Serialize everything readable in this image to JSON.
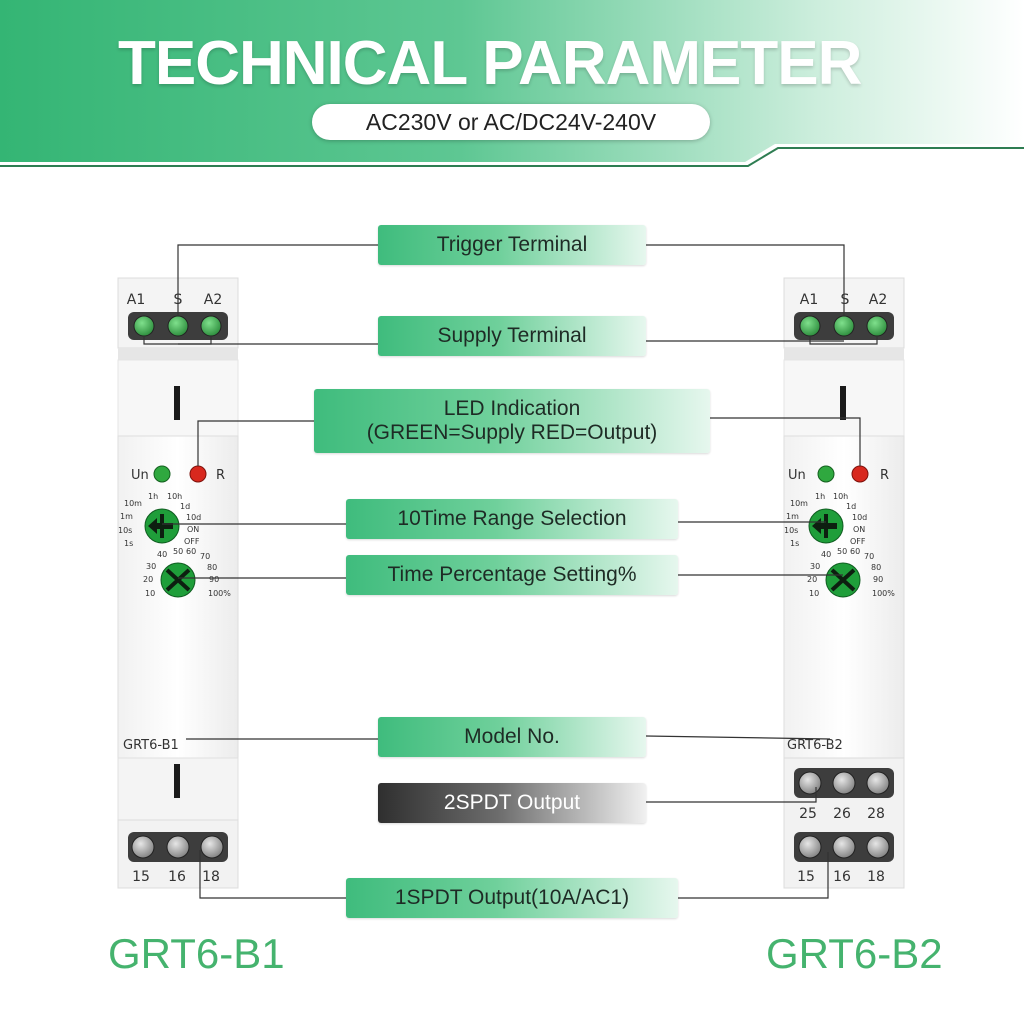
{
  "header": {
    "title": "TECHNICAL PARAMETER",
    "subtitle": "AC230V or AC/DC24V-240V"
  },
  "labels": {
    "trigger": "Trigger Terminal",
    "supply": "Supply Terminal",
    "led_line1": "LED Indication",
    "led_line2": "(GREEN=Supply RED=Output)",
    "time_range": "10Time Range Selection",
    "time_pct": "Time Percentage Setting%",
    "model_no": "Model No.",
    "output_2spdt": "2SPDT Output",
    "output_1spdt": "1SPDT Output(10A/AC1)"
  },
  "device_left": {
    "top_terminals": [
      "A1",
      "S",
      "A2"
    ],
    "led_labels": [
      "Un",
      "R"
    ],
    "model_label": "GRT6-B1",
    "bottom_terminals": [
      "15",
      "16",
      "18"
    ],
    "caption": "GRT6-B1"
  },
  "device_right": {
    "top_terminals": [
      "A1",
      "S",
      "A2"
    ],
    "led_labels": [
      "Un",
      "R"
    ],
    "model_label": "GRT6-B2",
    "mid_terminals": [
      "25",
      "26",
      "28"
    ],
    "bottom_terminals": [
      "15",
      "16",
      "18"
    ],
    "caption": "GRT6-B2"
  },
  "dials": {
    "range": [
      "1h",
      "10h",
      "10m",
      "1d",
      "1m",
      "10d",
      "10s",
      "ON",
      "1s",
      "OFF"
    ],
    "percent": [
      "40",
      "50",
      "60",
      "70",
      "30",
      "80",
      "20",
      "90",
      "10",
      "100%"
    ]
  },
  "colors": {
    "accent_green": "#3fbc7d",
    "led_green": "#2fa83f",
    "led_red": "#d8281e",
    "knob_green": "#1f9e3a",
    "caption_green": "#45b36e"
  }
}
